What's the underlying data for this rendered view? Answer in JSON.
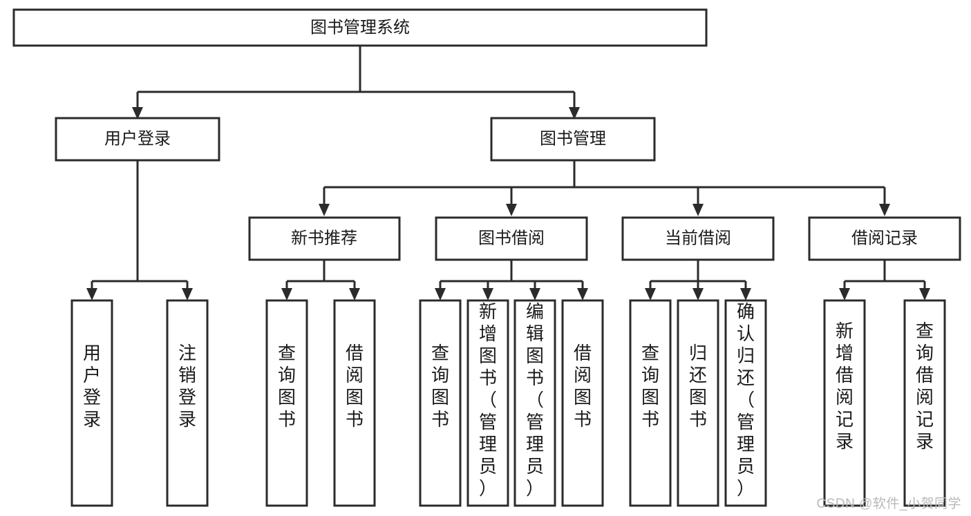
{
  "diagram": {
    "title": "图书管理系统",
    "type": "tree-hierarchy-diagram",
    "watermark": "CSDN @软件_小贺同学",
    "colors": {
      "stroke": "#2b2b2b",
      "fill": "#ffffff",
      "text": "#1a1a1a",
      "watermark": "#b9b9b9"
    },
    "root": {
      "id": "root",
      "label": "图书管理系统"
    },
    "level2": [
      {
        "id": "user-login",
        "label": "用户登录"
      },
      {
        "id": "book-management",
        "label": "图书管理"
      }
    ],
    "level3": [
      {
        "id": "new-book-recommend",
        "label": "新书推荐",
        "parent": "book-management"
      },
      {
        "id": "book-borrow",
        "label": "图书借阅",
        "parent": "book-management"
      },
      {
        "id": "current-borrow",
        "label": "当前借阅",
        "parent": "book-management"
      },
      {
        "id": "borrow-record",
        "label": "借阅记录",
        "parent": "book-management"
      }
    ],
    "leaves": [
      {
        "id": "leaf-user-login",
        "label": "用户登录",
        "parent": "user-login"
      },
      {
        "id": "leaf-user-logout",
        "label": "注销登录",
        "parent": "user-login"
      },
      {
        "id": "leaf-query-book-1",
        "label": "查询图书",
        "parent": "new-book-recommend"
      },
      {
        "id": "leaf-borrow-book-1",
        "label": "借阅图书",
        "parent": "new-book-recommend"
      },
      {
        "id": "leaf-query-book-2",
        "label": "查询图书",
        "parent": "book-borrow"
      },
      {
        "id": "leaf-add-book",
        "label": "新增图书（管理员）",
        "parent": "book-borrow"
      },
      {
        "id": "leaf-edit-book",
        "label": "编辑图书（管理员）",
        "parent": "book-borrow"
      },
      {
        "id": "leaf-borrow-book-2",
        "label": "借阅图书",
        "parent": "book-borrow"
      },
      {
        "id": "leaf-query-book-3",
        "label": "查询图书",
        "parent": "current-borrow"
      },
      {
        "id": "leaf-return-book",
        "label": "归还图书",
        "parent": "current-borrow"
      },
      {
        "id": "leaf-confirm-return",
        "label": "确认归还（管理员）",
        "parent": "current-borrow"
      },
      {
        "id": "leaf-add-record",
        "label": "新增借阅记录",
        "parent": "borrow-record"
      },
      {
        "id": "leaf-query-record",
        "label": "查询借阅记录",
        "parent": "borrow-record"
      }
    ]
  }
}
